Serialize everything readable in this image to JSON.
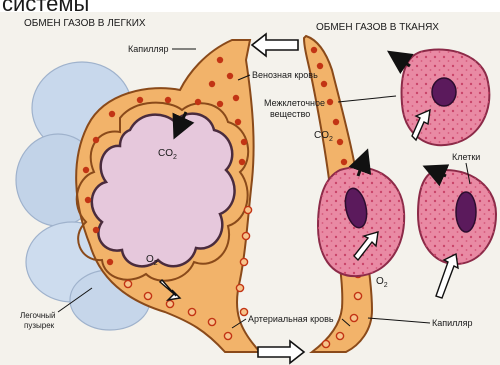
{
  "top_fragment": "системы",
  "headings": {
    "lungs": "ОБМЕН ГАЗОВ В ЛЕГКИХ",
    "tissues": "ОБМЕН ГАЗОВ В ТКАНЯХ"
  },
  "labels": {
    "capillary_top": "Капилляр",
    "venous_blood": "Венозная кровь",
    "co2_lung": "CO",
    "co2_lung_sub": "2",
    "o2_lung": "O",
    "o2_lung_sub": "2",
    "alveolus_line1": "Легочный",
    "alveolus_line2": "пузырек",
    "arterial_blood": "Артериальная кровь",
    "capillary_bottom": "Капилляр",
    "intercellular_line1": "Межклеточное",
    "intercellular_line2": "вещество",
    "co2_tissue": "CO",
    "co2_tissue_sub": "2",
    "o2_tissue": "O",
    "o2_tissue_sub": "2",
    "cells": "Клетки"
  },
  "colors": {
    "vessel": "#f2b36a",
    "vessel_edge": "#8a4a1a",
    "rbc": "#c23414",
    "alveolus": "#e6c8dc",
    "alveolus_edge": "#4a2c3e",
    "alveolus_bg": "#c6d6ea",
    "cell": "#e98aa4",
    "cell_edge": "#8c2a48",
    "nucleus": "#5b1a5c"
  }
}
